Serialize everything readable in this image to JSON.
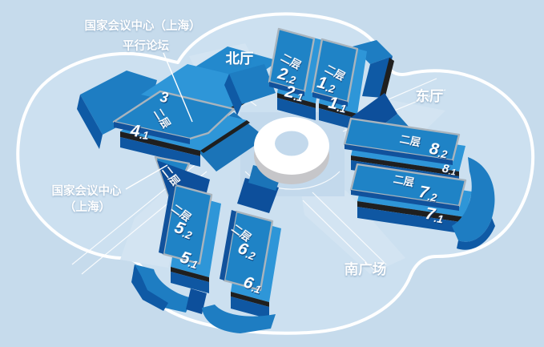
{
  "palette": {
    "background": "#c6dbec",
    "clover_fill": "#cce0f0",
    "outline_white": "#ffffff",
    "roof_bright_blue": "#2e96d8",
    "upper_slab_blue": "#1f83c6",
    "slab_border_gray": "#a9b4bd",
    "dark_face_blue": "#0f57a2",
    "deep_navy": "#0d4f9b",
    "shadow_strip_black": "#1f1f1f",
    "ring_side_gray": "#c6c6c9",
    "ring_top_white": "#ffffff"
  },
  "labels": {
    "top_annotation": {
      "line1": "国家会议中心（上海）",
      "line2": "平行论坛"
    },
    "left_annotation": {
      "line1": "国家会议中心",
      "line2": "（上海）"
    },
    "north_hall": "北厅",
    "east_hall": "东厅",
    "south_plaza": "南广场"
  },
  "floor_label": "二层",
  "halls": {
    "h1_1": {
      "main": "1",
      "sub": ".1"
    },
    "h1_2": {
      "main": "1",
      "sub": ".2"
    },
    "h2_1": {
      "main": "2",
      "sub": ".1"
    },
    "h2_2": {
      "main": "2",
      "sub": ".2"
    },
    "h3": {
      "main": "3",
      "sub": ""
    },
    "h4_1": {
      "main": "4",
      "sub": ".1"
    },
    "h5_1": {
      "main": "5",
      "sub": ".1"
    },
    "h5_2": {
      "main": "5",
      "sub": ".2"
    },
    "h6_1": {
      "main": "6",
      "sub": ".1"
    },
    "h6_2": {
      "main": "6",
      "sub": ".2"
    },
    "h7_1": {
      "main": "7",
      "sub": ".1"
    },
    "h7_2": {
      "main": "7",
      "sub": ".2"
    },
    "h8_1": {
      "main": "8",
      "sub": ".1"
    },
    "h8_2": {
      "main": "8",
      "sub": ".2"
    }
  }
}
